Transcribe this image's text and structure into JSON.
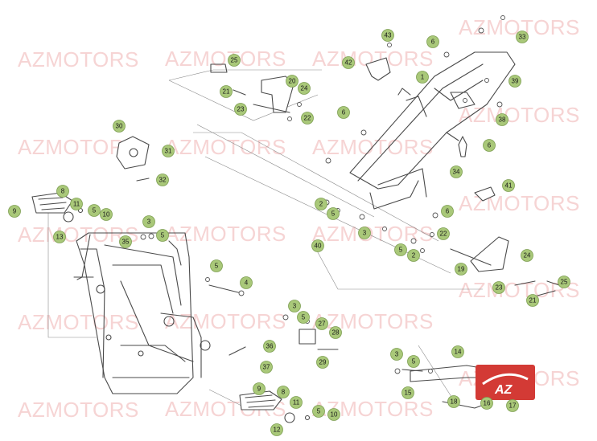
{
  "watermark": {
    "text": "AZMOTORS",
    "color": "#f3c6c6"
  },
  "logo": {
    "text": "AZ",
    "color": "#d33a35"
  },
  "badge_color": "#a9c879",
  "callouts": [
    "1",
    "2",
    "3",
    "4",
    "5",
    "6",
    "8",
    "9",
    "10",
    "11",
    "12",
    "13",
    "14",
    "15",
    "16",
    "17",
    "18",
    "19",
    "20",
    "21",
    "22",
    "23",
    "24",
    "25",
    "27",
    "28",
    "29",
    "30",
    "31",
    "32",
    "33",
    "34",
    "35",
    "36",
    "37",
    "38",
    "39",
    "40",
    "41",
    "42",
    "43"
  ]
}
